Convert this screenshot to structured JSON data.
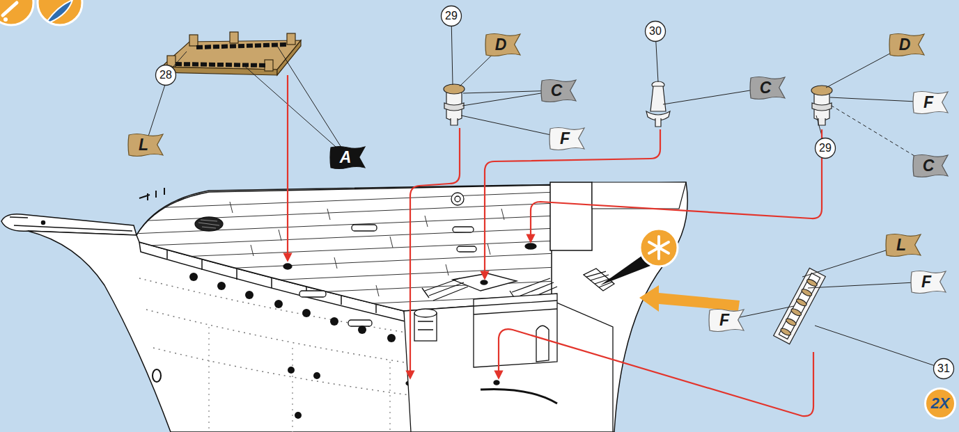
{
  "diagram": {
    "nodes": [
      {
        "text": [
          "29"
        ]
      },
      {
        "text": [
          "30"
        ]
      },
      {
        "text": [
          "D"
        ]
      },
      {
        "text": [
          "D"
        ]
      },
      {
        "text": [
          "28"
        ]
      },
      {
        "text": [
          "C"
        ]
      },
      {
        "text": [
          "C"
        ]
      },
      {
        "text": [
          "F"
        ]
      },
      {
        "text": [
          "F"
        ]
      },
      {
        "text": [
          "L"
        ]
      },
      {
        "text": [
          "29"
        ]
      },
      {
        "text": [
          "A"
        ]
      },
      {
        "text": [
          "C"
        ]
      },
      {
        "text": [
          "L"
        ]
      },
      {
        "text": [
          "F"
        ]
      },
      {
        "text": [
          "F"
        ]
      },
      {
        "text": [
          "31"
        ]
      },
      {
        "text": [
          "2X"
        ]
      }
    ]
  }
}
